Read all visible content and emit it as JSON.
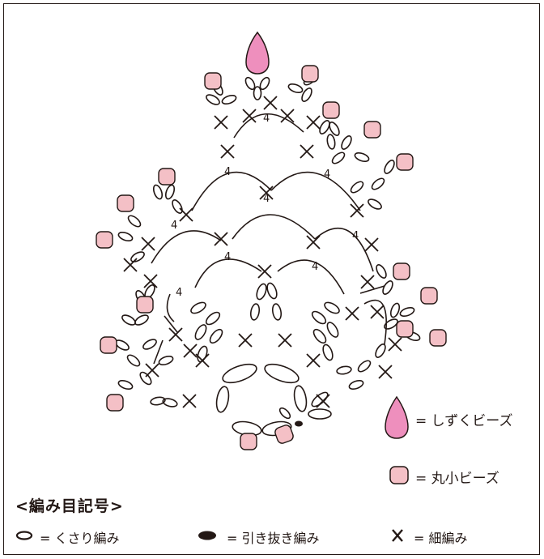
{
  "diagram": {
    "arch_counts": [
      "4",
      "4",
      "4",
      "4",
      "4",
      "4",
      "4",
      "4",
      "4"
    ]
  },
  "legend": {
    "drop_bead": "= しずくビーズ",
    "small_bead": "= 丸小ビーズ",
    "drop_color": "#ee8fbd",
    "small_color": "#f4c0c6"
  },
  "symbols": {
    "title": "<編み目記号>",
    "chain": "= くさり編み",
    "slip": "= 引き抜き編み",
    "single": "= 細編み"
  }
}
